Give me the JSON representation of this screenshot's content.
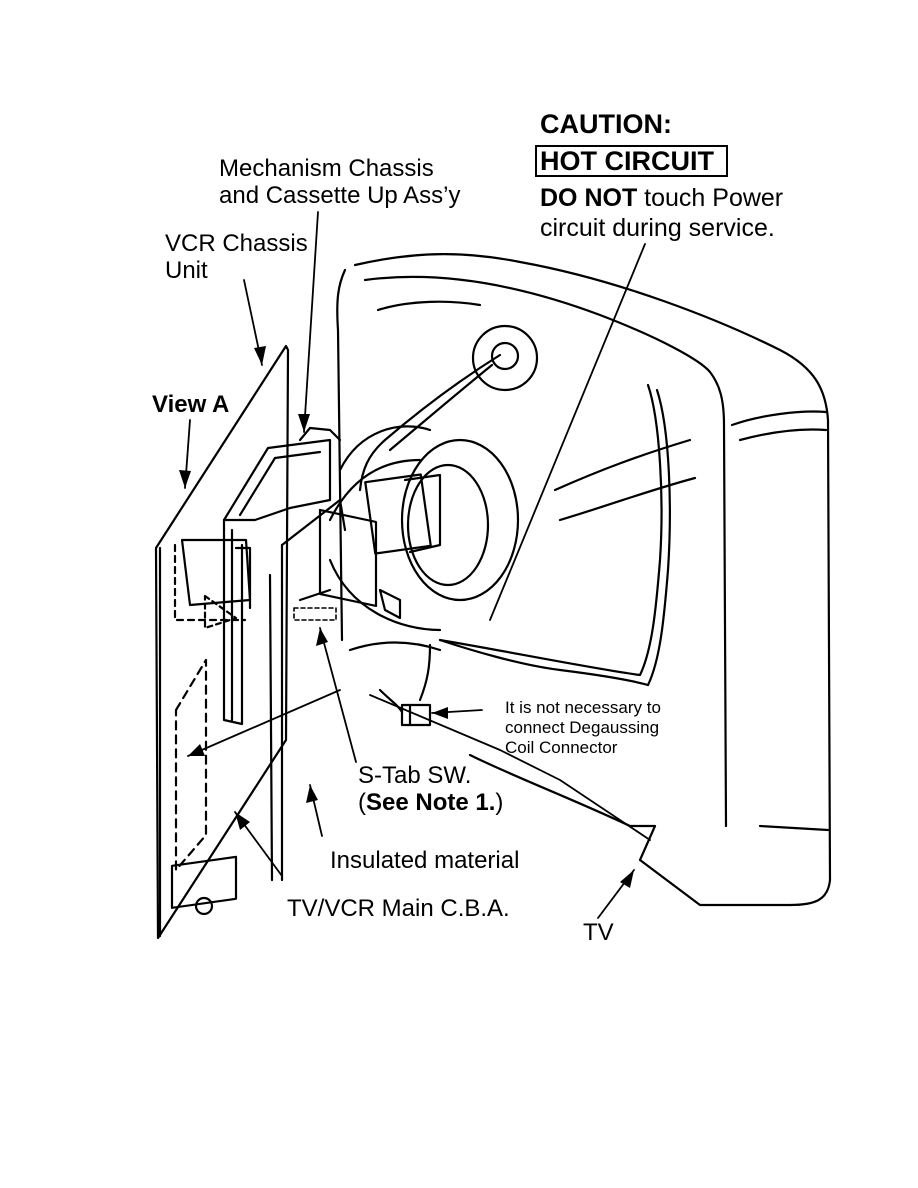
{
  "caution": {
    "title": "CAUTION:",
    "hot_circuit": "HOT CIRCUIT",
    "do_not": "DO NOT",
    "line1_rest": " touch Power",
    "line2": "circuit during service."
  },
  "labels": {
    "mechanism_line1": "Mechanism Chassis",
    "mechanism_line2": "and Cassette Up Ass’y",
    "vcr_chassis_line1": "VCR Chassis",
    "vcr_chassis_line2": "Unit",
    "view_a": "View A",
    "degauss_line1": "It is not necessary to",
    "degauss_line2": "connect Degaussing",
    "degauss_line3": "Coil Connector",
    "stab_line1": "S-Tab SW.",
    "stab_open": "(",
    "stab_note": "See Note 1.",
    "stab_close": ")",
    "insulated": "Insulated material",
    "main_cba": "TV/VCR Main C.B.A.",
    "tv": "TV"
  }
}
